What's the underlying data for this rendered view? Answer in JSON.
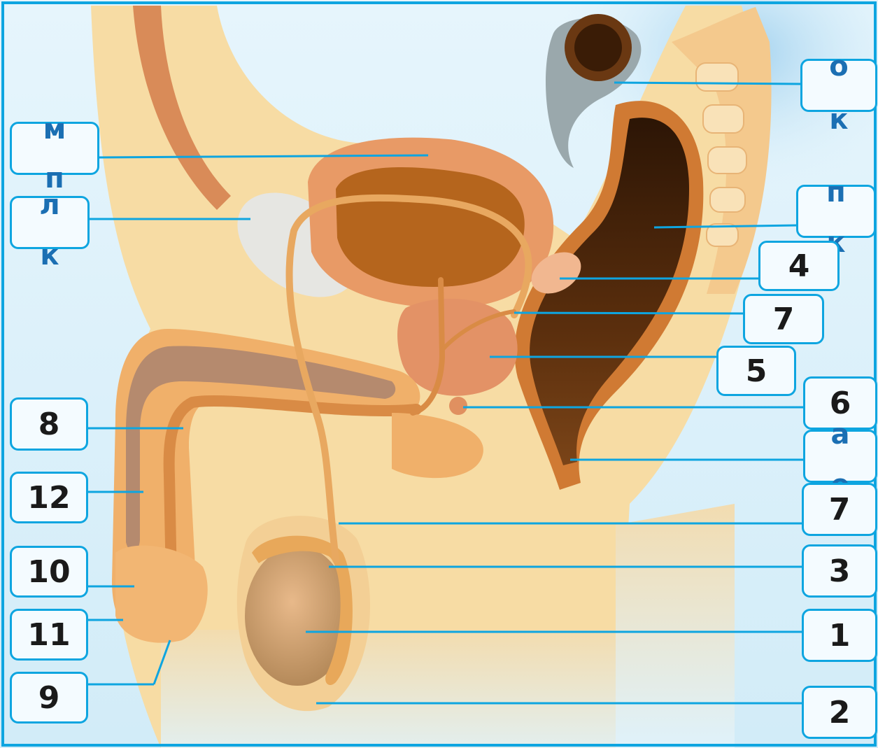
{
  "labels": {
    "mp": {
      "t1": "м",
      "t2": "п"
    },
    "lk": {
      "t1": "л",
      "t2": "к"
    },
    "ok": {
      "t1": "о",
      "t2": "к"
    },
    "pk": {
      "t1": "п",
      "t2": "к"
    },
    "ae": {
      "t1": "а",
      "t2": "е"
    },
    "n4": "4",
    "n7a": "7",
    "n5": "5",
    "n6": "6",
    "n7b": "7",
    "n3": "3",
    "n1": "1",
    "n2": "2",
    "n8": "8",
    "n12": "12",
    "n10": "10",
    "n11": "11",
    "n9": "9"
  },
  "colors": {
    "frame": "#0ea5e0",
    "leader": "#0ea5e0",
    "background": "#dff2fb"
  }
}
